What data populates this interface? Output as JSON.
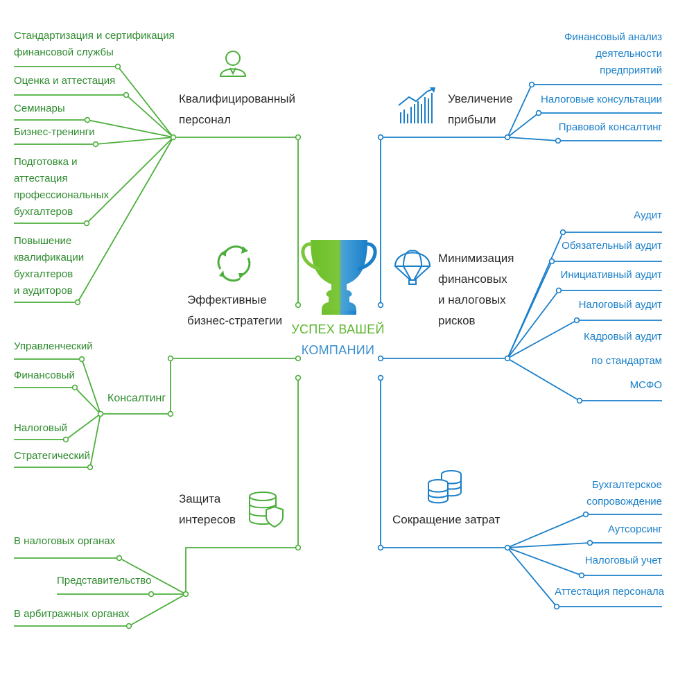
{
  "center": {
    "line1": "УСПЕХ ВАШЕЙ",
    "line2": "КОМПАНИИ"
  },
  "colors": {
    "green": "#4caf3c",
    "green_text": "#2e8b2e",
    "blue": "#1a7fc9",
    "dark": "#2a2a2a"
  },
  "left_top": {
    "title_line1": "Квалифицированный",
    "title_line2": "персонал",
    "icon": "person-icon",
    "items": [
      {
        "lines": [
          "Стандартизация и сертификация",
          "финансовой службы"
        ]
      },
      {
        "lines": [
          "Оценка и аттестация"
        ]
      },
      {
        "lines": [
          "Семинары"
        ]
      },
      {
        "lines": [
          "Бизнес-тренинги"
        ]
      },
      {
        "lines": [
          "Подготовка и",
          "аттестация",
          "профессиональных",
          "бухгалтеров"
        ]
      },
      {
        "lines": [
          "Повышение",
          "квалификации",
          "бухгалтеров",
          "и аудиторов"
        ]
      }
    ]
  },
  "left_mid": {
    "title_line1": "Эффективные",
    "title_line2": "бизнес-стратегии",
    "icon": "refresh-icon",
    "sub_title": "Консалтинг",
    "items": [
      {
        "lines": [
          "Управленческий"
        ]
      },
      {
        "lines": [
          "Финансовый"
        ]
      },
      {
        "lines": [
          "Налоговый"
        ]
      },
      {
        "lines": [
          "Стратегический"
        ]
      }
    ]
  },
  "left_bottom": {
    "title_line1": "Защита",
    "title_line2": "интересов",
    "icon": "database-shield-icon",
    "items": [
      {
        "lines": [
          "В налоговых органах"
        ]
      },
      {
        "lines": [
          "Представительство"
        ]
      },
      {
        "lines": [
          "В арбитражных органах"
        ]
      }
    ]
  },
  "right_top": {
    "title_line1": "Увеличение",
    "title_line2": "прибыли",
    "icon": "growth-chart-icon",
    "items": [
      {
        "lines": [
          "Финансовый анализ",
          "деятельности",
          "предприятий"
        ]
      },
      {
        "lines": [
          "Налоговые консультации"
        ]
      },
      {
        "lines": [
          "Правовой консалтинг"
        ]
      }
    ]
  },
  "right_mid": {
    "title_line1": "Минимизация",
    "title_line2": "финансовых",
    "title_line3": "и налоговых",
    "title_line4": "рисков",
    "icon": "parachute-icon",
    "items": [
      {
        "lines": [
          "Аудит"
        ]
      },
      {
        "lines": [
          "Обязательный аудит"
        ]
      },
      {
        "lines": [
          "Инициативный аудит"
        ]
      },
      {
        "lines": [
          "Налоговый аудит"
        ]
      },
      {
        "lines": [
          "Кадровый аудит"
        ]
      },
      {
        "lines": [
          "по стандартам"
        ]
      },
      {
        "lines": [
          "МСФО"
        ]
      }
    ]
  },
  "right_bottom": {
    "title_line1": "Сокращение затрат",
    "icon": "coins-stack-icon",
    "items": [
      {
        "lines": [
          "Бухгалтерское",
          "сопровождение"
        ]
      },
      {
        "lines": [
          "Аутсорсинг"
        ]
      },
      {
        "lines": [
          "Налоговый учет"
        ]
      },
      {
        "lines": [
          "Аттестация персонала"
        ]
      }
    ]
  }
}
